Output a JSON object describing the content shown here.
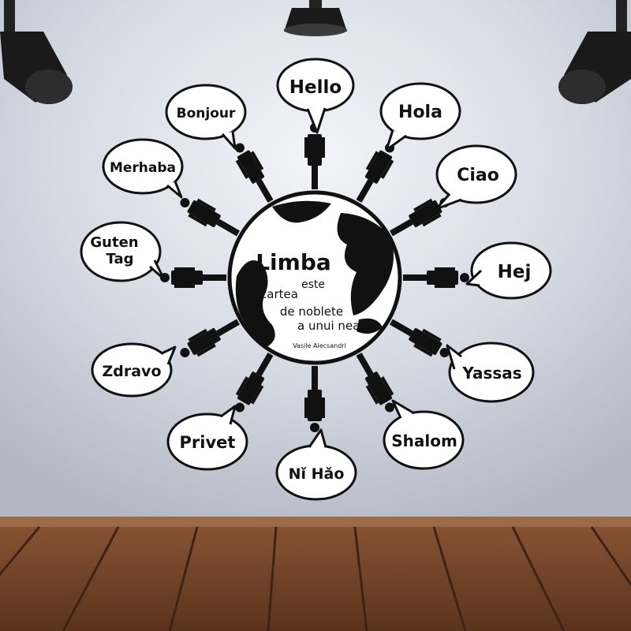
{
  "greetings": [
    {
      "label": "Hello"
    },
    {
      "label": "Hola"
    },
    {
      "label": "Ciao"
    },
    {
      "label": "Hej"
    },
    {
      "label": "Yassas"
    },
    {
      "label": "Shalom"
    },
    {
      "label": "Nǐ Hǎo"
    },
    {
      "label": "Privet"
    },
    {
      "label": "Zdravo"
    },
    {
      "label": "Guten Tag"
    },
    {
      "label": "Merhaba"
    },
    {
      "label": "Bonjour"
    }
  ],
  "quote": {
    "title": "Limba",
    "line1": "este",
    "line2": "cartea",
    "line3": "de noblete",
    "line4": "a unui neam",
    "author": "Vasile Alecsandri"
  },
  "colors": {
    "wall": "#c9cdd6",
    "wall_highlight": "#eef0f6",
    "floor": "#7a4a2c",
    "ink": "#111111",
    "bubble_fill": "#ffffff"
  }
}
